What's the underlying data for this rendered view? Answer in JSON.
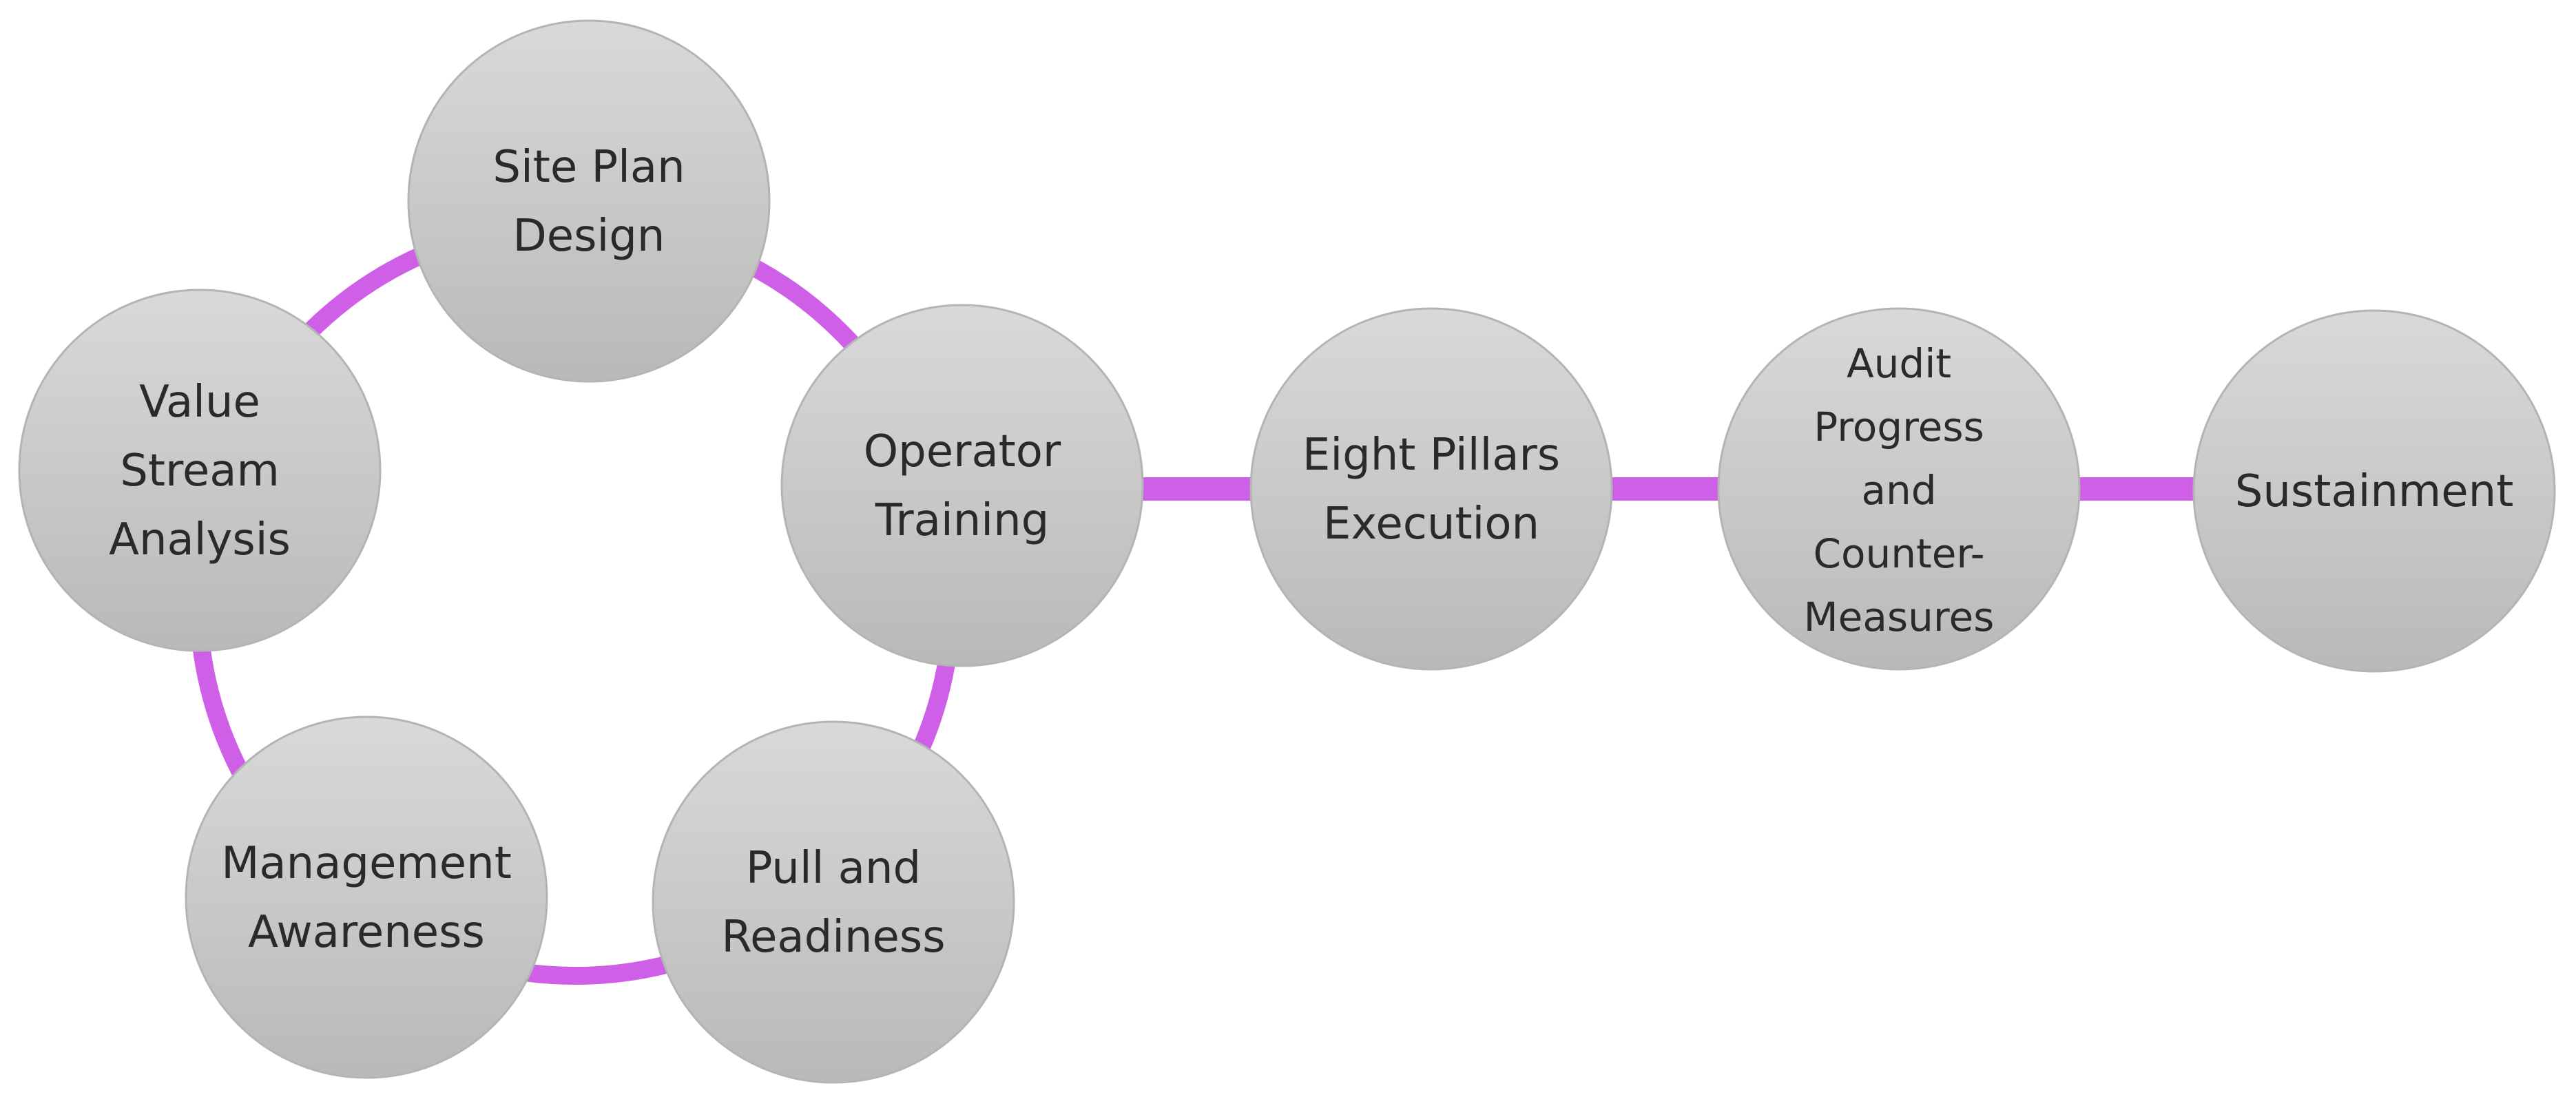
{
  "colors": {
    "connector": "#cf5fe6",
    "node_fill_top": "#d9d9d9",
    "node_fill_bottom": "#b9b9b9",
    "node_text": "#2a2a2a",
    "background": "#ffffff"
  },
  "nodes": {
    "site_plan_design": {
      "lines": [
        "Site Plan",
        "Design"
      ]
    },
    "operator_training": {
      "lines": [
        "Operator",
        "Training"
      ]
    },
    "pull_and_readiness": {
      "lines": [
        "Pull and",
        "Readiness"
      ]
    },
    "management_awareness": {
      "lines": [
        "Management",
        "Awareness"
      ]
    },
    "value_stream_analysis": {
      "lines": [
        "Value",
        "Stream",
        "Analysis"
      ]
    },
    "eight_pillars_execution": {
      "lines": [
        "Eight Pillars",
        "Execution"
      ]
    },
    "audit_progress": {
      "lines": [
        "Audit",
        "Progress",
        "and",
        "Counter-",
        "Measures"
      ]
    },
    "sustainment": {
      "lines": [
        "Sustainment"
      ]
    }
  }
}
